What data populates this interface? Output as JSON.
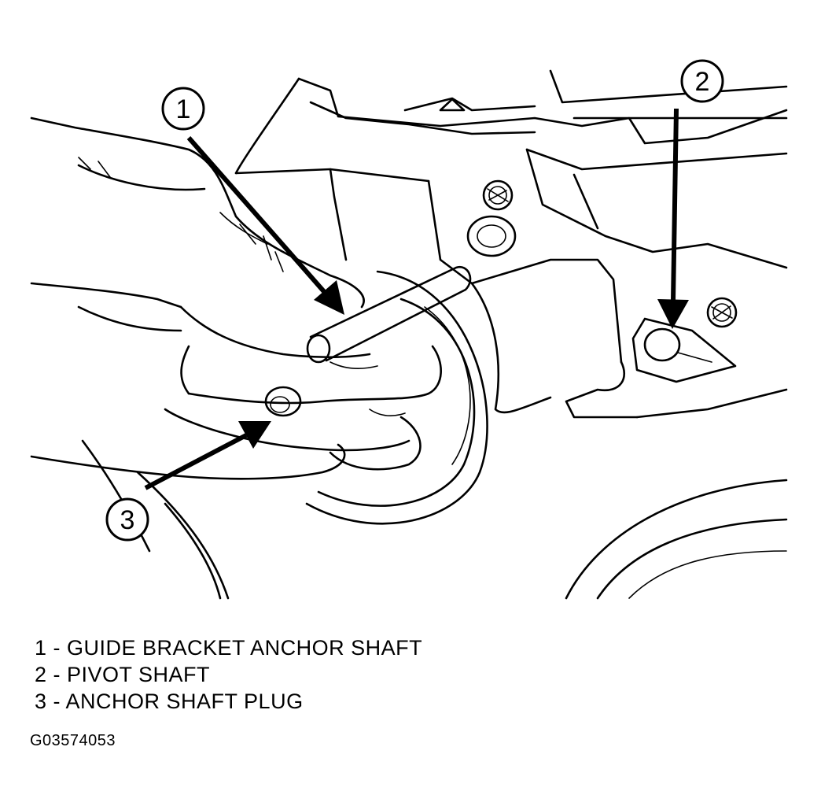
{
  "callouts": [
    {
      "number": "1"
    },
    {
      "number": "2"
    },
    {
      "number": "3"
    }
  ],
  "legend": [
    "1 - GUIDE BRACKET ANCHOR SHAFT",
    "2 - PIVOT SHAFT",
    "3 - ANCHOR SHAFT PLUG"
  ],
  "figure_id": "G03574053"
}
